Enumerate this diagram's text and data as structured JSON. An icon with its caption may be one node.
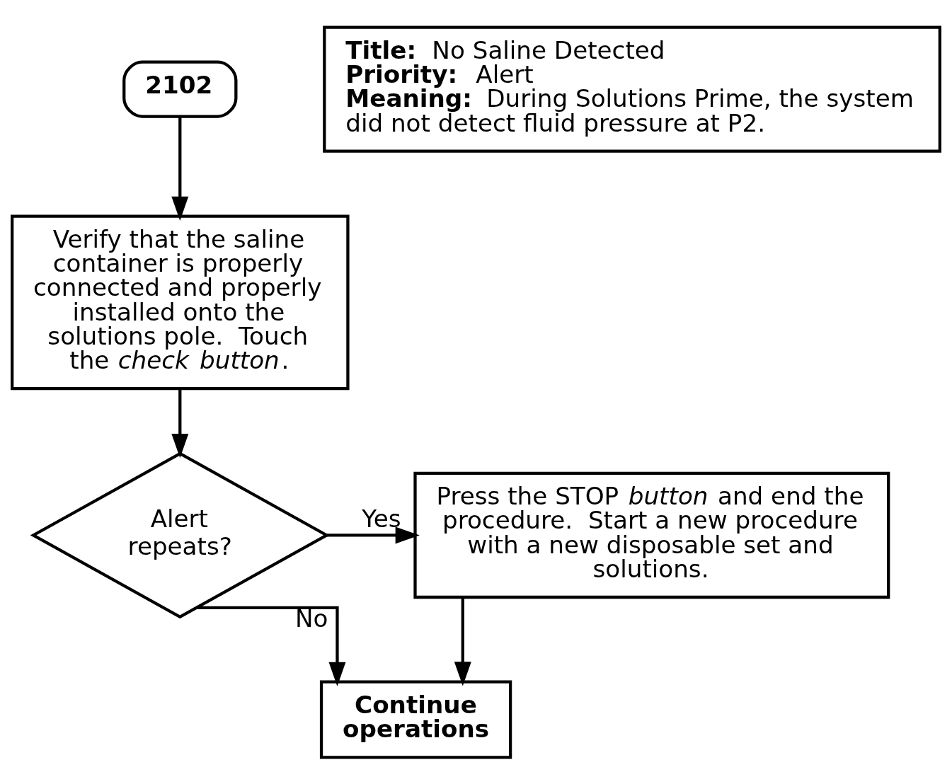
{
  "diagram": {
    "nodes": [
      {
        "text": [
          "2102"
        ]
      },
      {
        "text": [
          "Verify that the saline container is properly connected and properly installed onto the solutions pole.  Touch the *check button*."
        ]
      },
      {
        "text": [
          "Alert repeats?"
        ]
      },
      {
        "text": [
          "Press the STOP *button* and end the procedure.  Start a new procedure with a new disposable set and solutions."
        ]
      },
      {
        "text": [
          "Continue operations"
        ]
      },
      {
        "text": [
          "**Title:**  No Saline Detected",
          "**Priority:**  Alert",
          "**Meaning:**  During Solutions Prime, the system did not detect fluid pressure at P2."
        ]
      }
    ],
    "edges": [
      {
        "from": 0,
        "to": 1,
        "arrow": "to"
      },
      {
        "from": 1,
        "to": 2,
        "arrow": "to"
      },
      {
        "from": 2,
        "to": 3,
        "arrow": "to",
        "label": "Yes"
      },
      {
        "from": 3,
        "to": 4,
        "arrow": "to"
      },
      {
        "from": 2,
        "to": 4,
        "arrow": "to",
        "label": "No"
      }
    ]
  }
}
